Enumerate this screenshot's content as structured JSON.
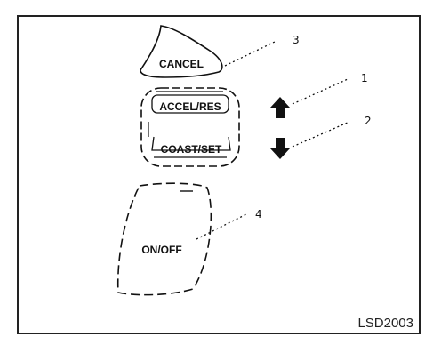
{
  "buttons": {
    "cancel": "CANCEL",
    "accel_res": "ACCEL/RES",
    "coast_set": "COAST/SET",
    "on_off": "ON/OFF"
  },
  "callouts": {
    "cancel": "3",
    "up": "1",
    "down": "2",
    "on_off": "4"
  },
  "figure_code": "LSD2003",
  "colors": {
    "line": "#111111",
    "background": "#ffffff"
  },
  "icons": [
    "arrow-up-icon",
    "arrow-down-icon"
  ]
}
